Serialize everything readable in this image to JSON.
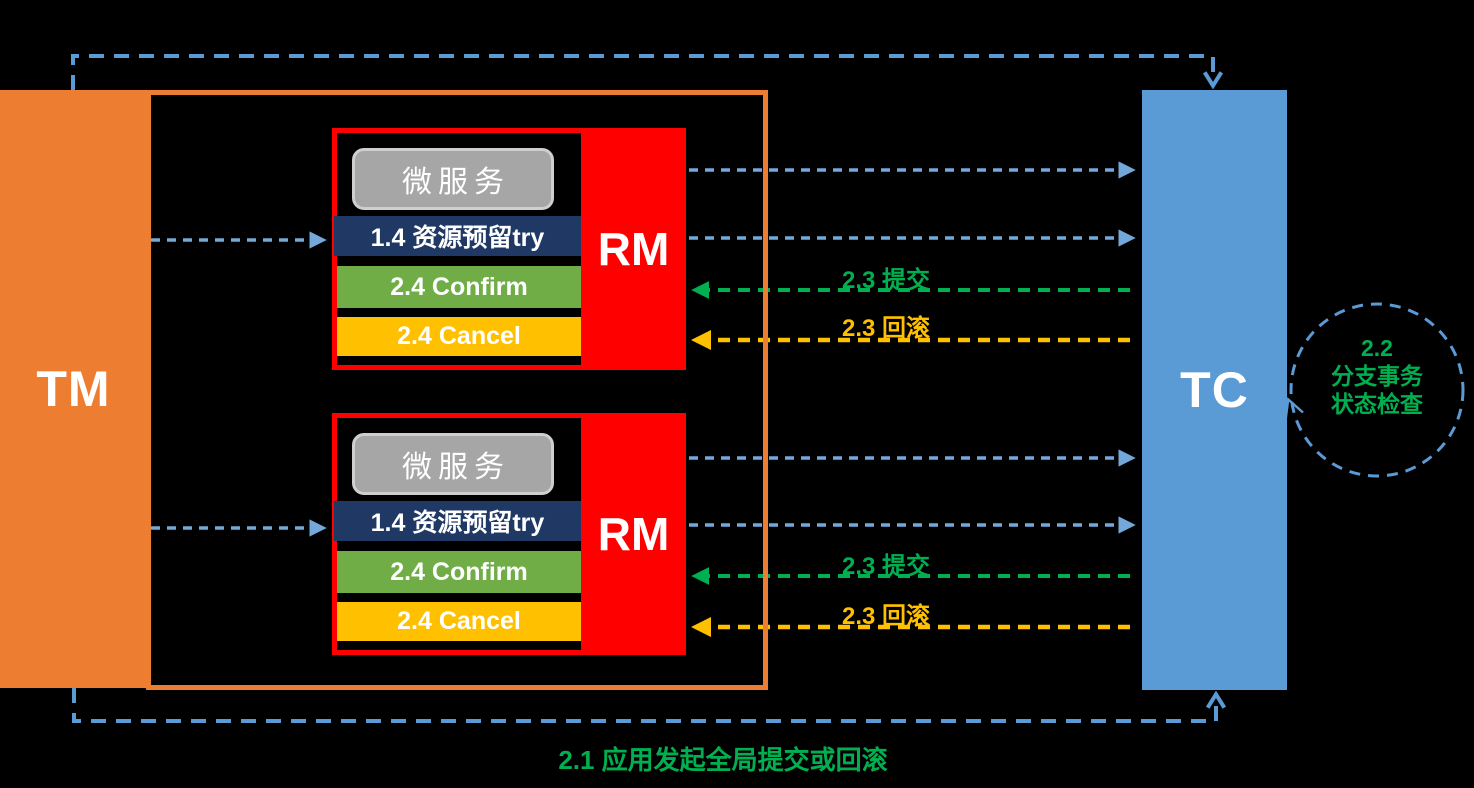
{
  "colors": {
    "background": "#000000",
    "orange": "#ED7D31",
    "red": "#FF0000",
    "navy": "#1F3864",
    "green_bar": "#70AD47",
    "yellow": "#FFC000",
    "blue_box": "#5B9BD5",
    "arrow_blue": "#5B9BD5",
    "arrow_blue_light": "#74A7DA",
    "arrow_green": "#00B050",
    "arrow_yellow": "#FFC000",
    "label_green": "#00B050",
    "service_gray": "#A6A6A6",
    "service_gray_border": "#CFCFCF"
  },
  "tm": {
    "label": "TM"
  },
  "tc": {
    "label": "TC"
  },
  "rm_blocks": [
    {
      "rm_label": "RM",
      "service_label": "微服务",
      "try_label": "1.4 资源预留try",
      "confirm_label": "2.4 Confirm",
      "cancel_label": "2.4 Cancel",
      "commit_label": "2.3 提交",
      "rollback_label": "2.3 回滚"
    },
    {
      "rm_label": "RM",
      "service_label": "微服务",
      "try_label": "1.4 资源预留try",
      "confirm_label": "2.4 Confirm",
      "cancel_label": "2.4 Cancel",
      "commit_label": "2.3 提交",
      "rollback_label": "2.3 回滚"
    }
  ],
  "status_check": {
    "line1": "2.2",
    "line2": "分支事务",
    "line3": "状态检查"
  },
  "bottom_label": "2.1 应用发起全局提交或回滚"
}
